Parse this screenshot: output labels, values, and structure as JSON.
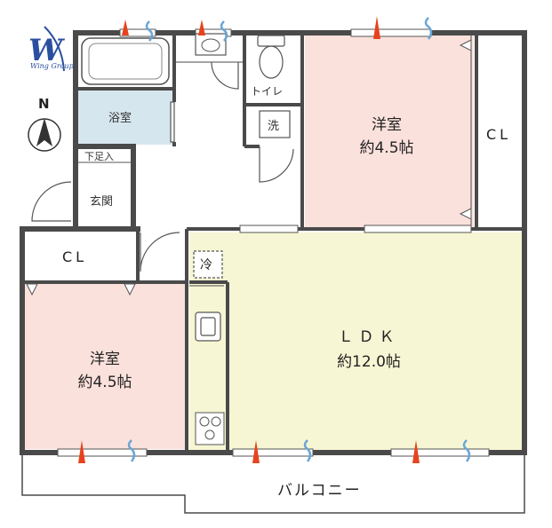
{
  "logo": {
    "mark": "W",
    "text": "Wing Group",
    "color": "#2b4fa0"
  },
  "compass": {
    "label": "N"
  },
  "rooms": {
    "bath": {
      "name": "浴室",
      "color": "#d6e6ee"
    },
    "toilet": {
      "name": "トイレ"
    },
    "washer": {
      "name": "洗"
    },
    "shoe": {
      "name": "下足入"
    },
    "entrance": {
      "name": "玄関"
    },
    "western_top": {
      "name": "洋室",
      "size": "約4.5帖",
      "color": "#fbe1dc"
    },
    "western_left": {
      "name": "洋室",
      "size": "約4.5帖",
      "color": "#fbe1dc"
    },
    "closet_right": {
      "name": "CL"
    },
    "closet_left": {
      "name": "CL"
    },
    "fridge": {
      "name": "冷"
    },
    "ldk": {
      "name": "ＬＤＫ",
      "size": "約12.0帖",
      "color": "#f7f6d4"
    },
    "balcony": {
      "name": "バルコニー"
    }
  },
  "colors": {
    "wall": "#4a4a4a",
    "warm": "#e8421c",
    "cool": "#6aa6d6"
  }
}
